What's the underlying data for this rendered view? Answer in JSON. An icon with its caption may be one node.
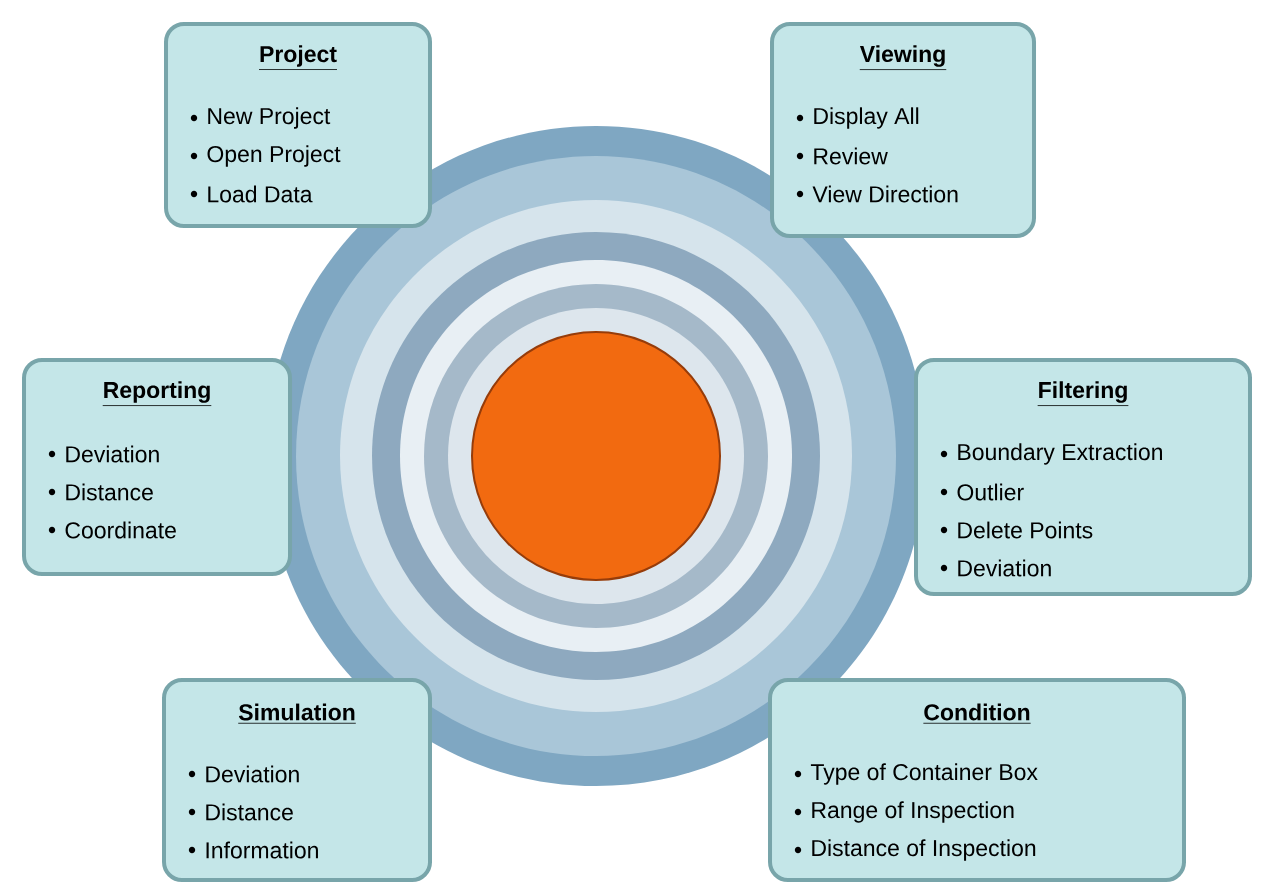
{
  "diagram": {
    "nodes": [
      {
        "text": [
          "Project",
          "New Project",
          "Open Project",
          "Load Data"
        ]
      },
      {
        "text": [
          "Viewing",
          "Display All",
          "Review",
          "View Direction"
        ]
      },
      {
        "text": [
          "Reporting",
          "Deviation",
          "Distance",
          "Coordinate"
        ]
      },
      {
        "text": [],
        "shape": "circle"
      },
      {
        "text": [
          "Filtering",
          "Boundary Extraction",
          "Outlier",
          "Delete Points",
          "Deviation"
        ]
      },
      {
        "text": [
          "Simulation",
          "Deviation",
          "Distance",
          "Information"
        ]
      },
      {
        "text": [
          "Condition",
          "Type of Container Box",
          "Range of Inspection",
          "Distance of Inspection"
        ]
      }
    ]
  }
}
